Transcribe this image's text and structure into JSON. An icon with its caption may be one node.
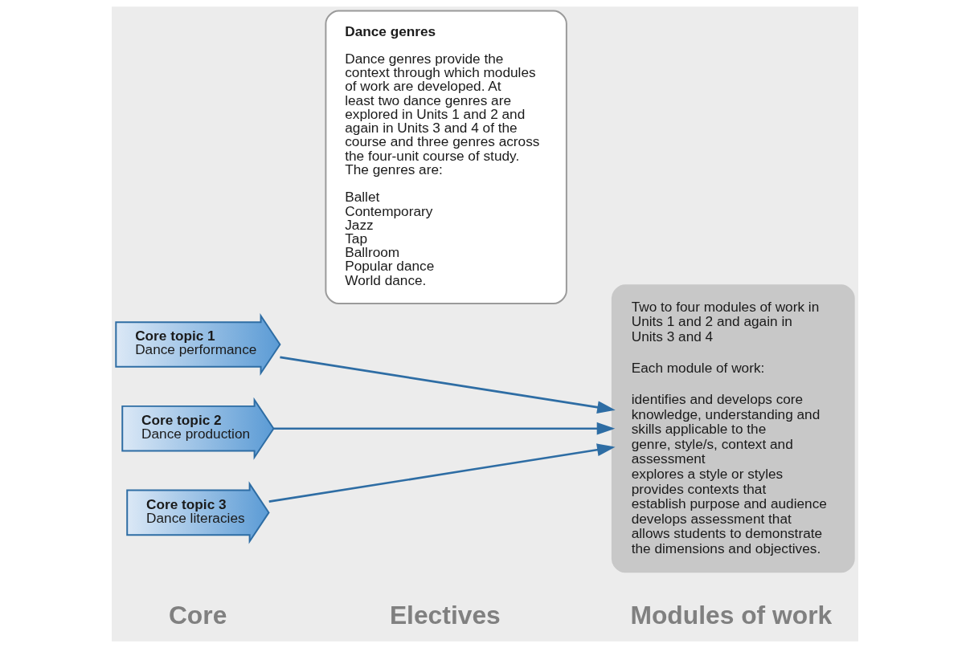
{
  "diagram": {
    "nodes": [
      {
        "text": [
          "Core topic 1",
          "Dance performance"
        ]
      },
      {
        "text": [
          "Core topic 2",
          "Dance production"
        ]
      },
      {
        "text": [
          "Core topic 3",
          "Dance literacies"
        ]
      },
      {
        "text": [
          "Dance genres",
          "Dance genres provide the context through which modules of work are developed. At least two dance genres are explored in Units 1 and 2 and again in Units 3 and 4 of the course and three genres across the four-unit course of study. The genres are:",
          "Ballet",
          "Contemporary",
          "Jazz",
          "Tap",
          "Ballroom",
          "Popular dance",
          "World dance."
        ]
      },
      {
        "text": [
          "Two to four modules of work in Units 1 and 2 and again in Units 3 and 4",
          "Each module of work:",
          "identifies and develops core knowledge, understanding and skills applicable to the genre, style/s, context and assessment",
          "explores a style or styles",
          "provides contexts that establish purpose and audience",
          "develops assessment that allows students to demonstrate the dimensions and objectives."
        ]
      }
    ],
    "edges": [
      {
        "from": 0,
        "to": 4,
        "arrow": "to"
      },
      {
        "from": 1,
        "to": 4,
        "arrow": "to"
      },
      {
        "from": 2,
        "to": 4,
        "arrow": "to"
      }
    ],
    "labels": [
      "Core",
      "Electives",
      "Modules of work"
    ]
  }
}
